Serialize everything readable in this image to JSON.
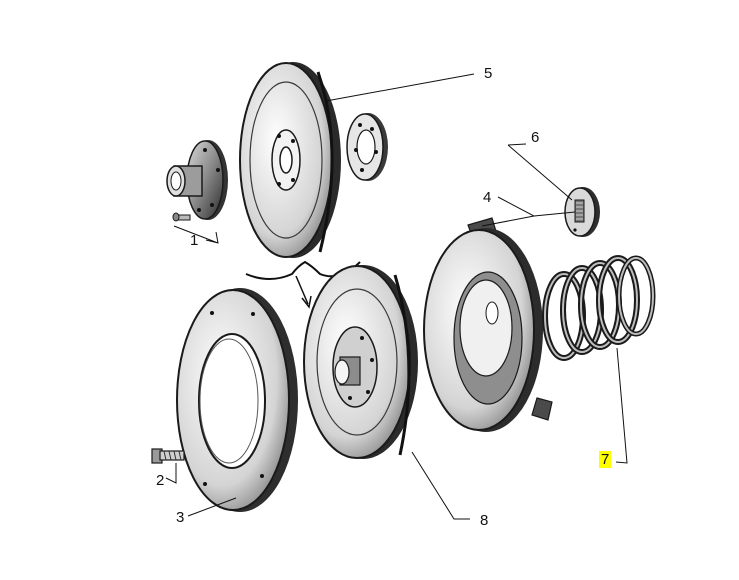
{
  "diagram": {
    "callouts": [
      {
        "id": "c1",
        "label": "1"
      },
      {
        "id": "c2",
        "label": "2"
      },
      {
        "id": "c3",
        "label": "3"
      },
      {
        "id": "c4",
        "label": "4"
      },
      {
        "id": "c5",
        "label": "5"
      },
      {
        "id": "c6",
        "label": "6"
      },
      {
        "id": "c7",
        "label": "7",
        "highlight": "#ffff00"
      },
      {
        "id": "c8",
        "label": "8"
      }
    ]
  },
  "colors": {
    "ink": "#1a1a1a",
    "shade": "#777777",
    "highlight": "#ffff00"
  }
}
